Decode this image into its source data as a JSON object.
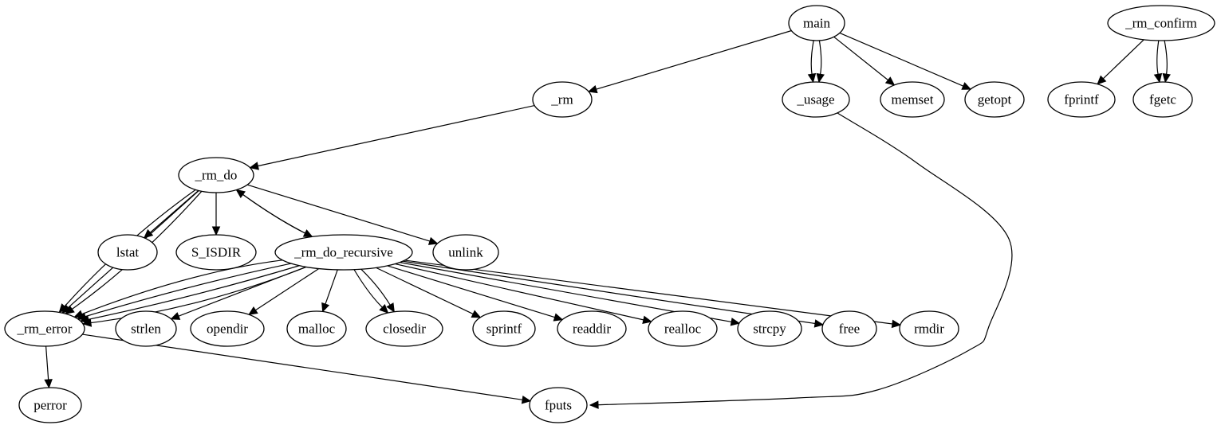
{
  "graph": {
    "nodes": [
      {
        "id": "main",
        "label": "main"
      },
      {
        "id": "_rm_confirm",
        "label": "_rm_confirm"
      },
      {
        "id": "_rm",
        "label": "_rm"
      },
      {
        "id": "_usage",
        "label": "_usage"
      },
      {
        "id": "memset",
        "label": "memset"
      },
      {
        "id": "getopt",
        "label": "getopt"
      },
      {
        "id": "fprintf",
        "label": "fprintf"
      },
      {
        "id": "fgetc",
        "label": "fgetc"
      },
      {
        "id": "_rm_do",
        "label": "_rm_do"
      },
      {
        "id": "lstat",
        "label": "lstat"
      },
      {
        "id": "S_ISDIR",
        "label": "S_ISDIR"
      },
      {
        "id": "_rm_do_recursive",
        "label": "_rm_do_recursive"
      },
      {
        "id": "unlink",
        "label": "unlink"
      },
      {
        "id": "_rm_error",
        "label": "_rm_error"
      },
      {
        "id": "strlen",
        "label": "strlen"
      },
      {
        "id": "opendir",
        "label": "opendir"
      },
      {
        "id": "malloc",
        "label": "malloc"
      },
      {
        "id": "closedir",
        "label": "closedir"
      },
      {
        "id": "sprintf",
        "label": "sprintf"
      },
      {
        "id": "readdir",
        "label": "readdir"
      },
      {
        "id": "realloc",
        "label": "realloc"
      },
      {
        "id": "strcpy",
        "label": "strcpy"
      },
      {
        "id": "free",
        "label": "free"
      },
      {
        "id": "rmdir",
        "label": "rmdir"
      },
      {
        "id": "perror",
        "label": "perror"
      },
      {
        "id": "fputs",
        "label": "fputs"
      }
    ],
    "edges": [
      {
        "from": "main",
        "to": "_rm"
      },
      {
        "from": "main",
        "to": "_usage"
      },
      {
        "from": "main",
        "to": "_usage"
      },
      {
        "from": "main",
        "to": "memset"
      },
      {
        "from": "main",
        "to": "getopt"
      },
      {
        "from": "_rm_confirm",
        "to": "fprintf"
      },
      {
        "from": "_rm_confirm",
        "to": "fgetc"
      },
      {
        "from": "_rm_confirm",
        "to": "fgetc"
      },
      {
        "from": "_rm",
        "to": "_rm_do"
      },
      {
        "from": "_usage",
        "to": "fputs"
      },
      {
        "from": "_rm_do",
        "to": "lstat"
      },
      {
        "from": "_rm_do",
        "to": "S_ISDIR"
      },
      {
        "from": "_rm_do",
        "to": "_rm_do_recursive"
      },
      {
        "from": "_rm_do",
        "to": "unlink"
      },
      {
        "from": "_rm_do",
        "to": "_rm_error"
      },
      {
        "from": "_rm_do",
        "to": "_rm_error"
      },
      {
        "from": "_rm_do",
        "to": "_rm_error"
      },
      {
        "from": "_rm_do_recursive",
        "to": "_rm_do"
      },
      {
        "from": "_rm_do_recursive",
        "to": "_rm_error"
      },
      {
        "from": "_rm_do_recursive",
        "to": "_rm_error"
      },
      {
        "from": "_rm_do_recursive",
        "to": "_rm_error"
      },
      {
        "from": "_rm_do_recursive",
        "to": "_rm_error"
      },
      {
        "from": "_rm_do_recursive",
        "to": "strlen"
      },
      {
        "from": "_rm_do_recursive",
        "to": "opendir"
      },
      {
        "from": "_rm_do_recursive",
        "to": "malloc"
      },
      {
        "from": "_rm_do_recursive",
        "to": "closedir"
      },
      {
        "from": "_rm_do_recursive",
        "to": "closedir"
      },
      {
        "from": "_rm_do_recursive",
        "to": "sprintf"
      },
      {
        "from": "_rm_do_recursive",
        "to": "readdir"
      },
      {
        "from": "_rm_do_recursive",
        "to": "realloc"
      },
      {
        "from": "_rm_do_recursive",
        "to": "strcpy"
      },
      {
        "from": "_rm_do_recursive",
        "to": "free"
      },
      {
        "from": "_rm_do_recursive",
        "to": "rmdir"
      },
      {
        "from": "_rm_error",
        "to": "perror"
      },
      {
        "from": "_rm_error",
        "to": "fputs"
      }
    ]
  }
}
